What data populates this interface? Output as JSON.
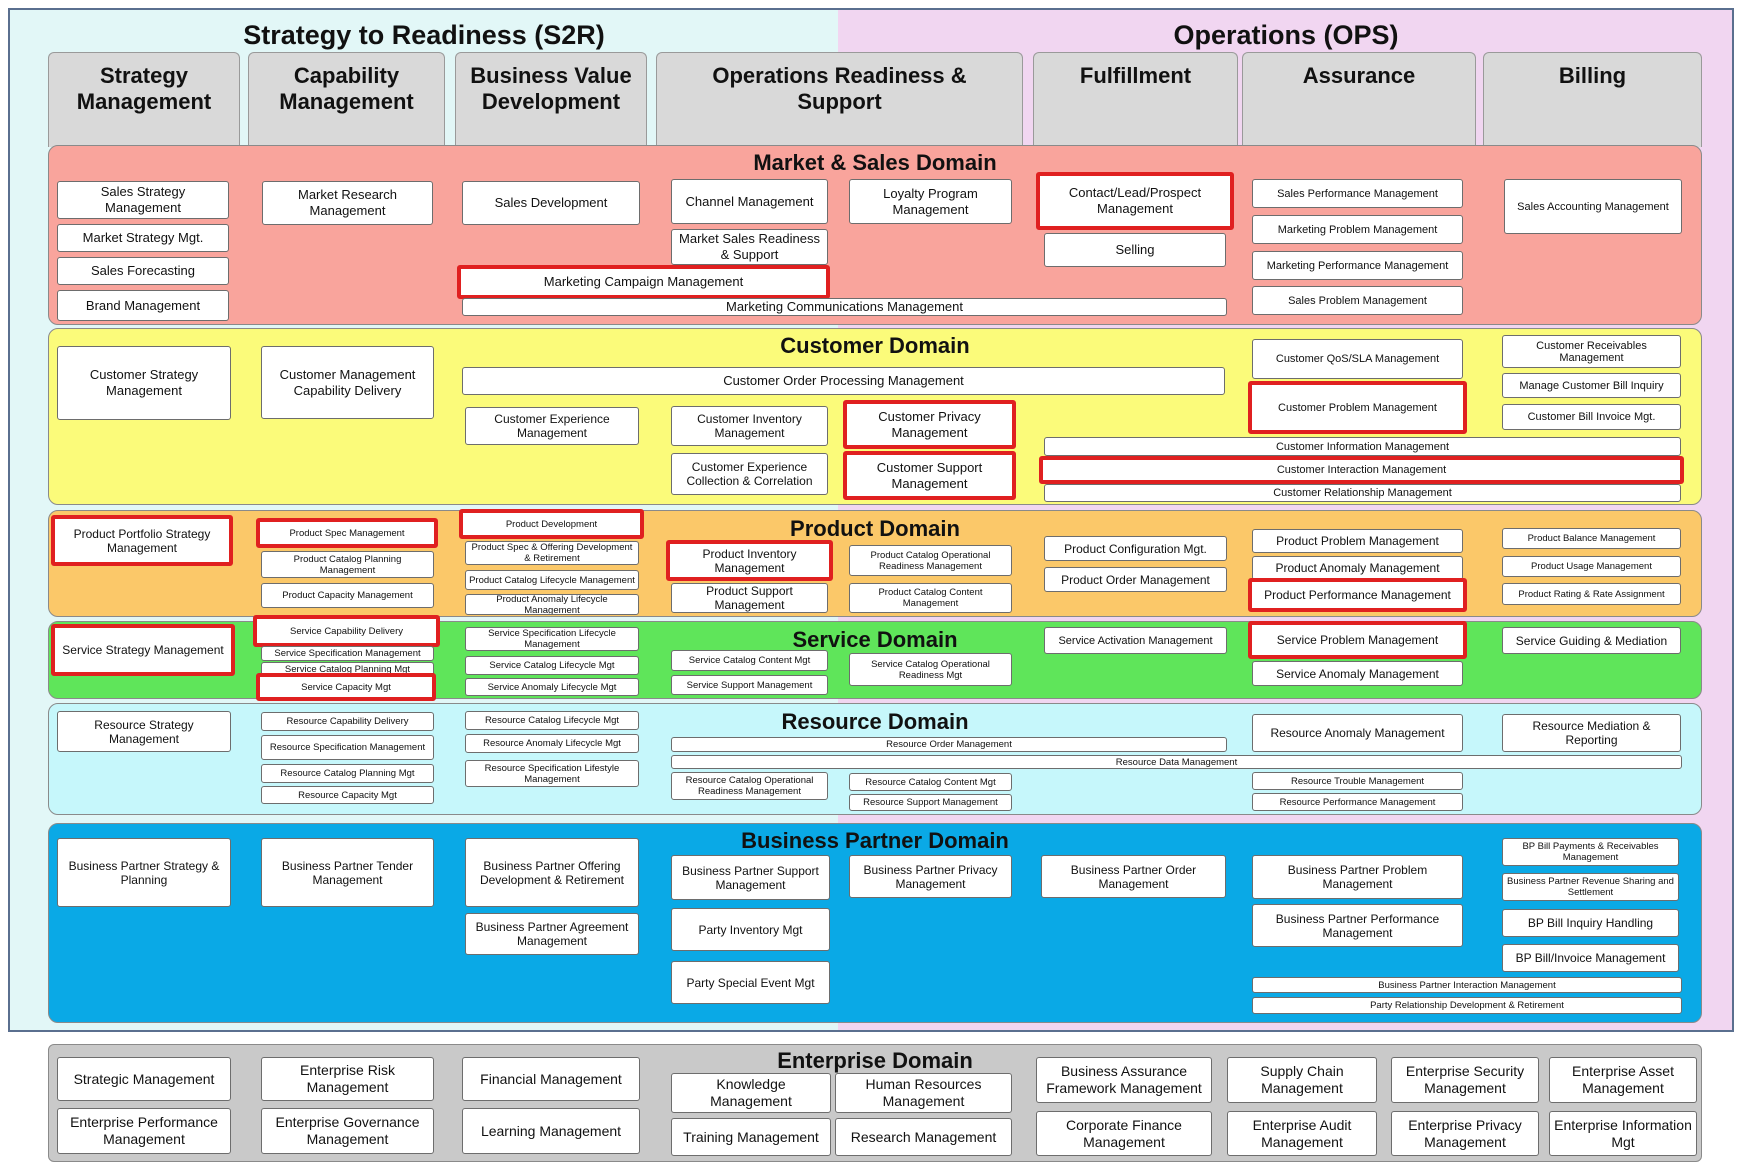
{
  "zones": {
    "s2r": "Strategy to Readiness (S2R)",
    "ops": "Operations (OPS)"
  },
  "columns": {
    "strategy": "Strategy Management",
    "capability": "Capability Management",
    "business_value": "Business Value Development",
    "ops_readiness": "Operations Readiness & Support",
    "fulfillment": "Fulfillment",
    "assurance": "Assurance",
    "billing": "Billing"
  },
  "domains": {
    "market": "Market & Sales Domain",
    "customer": "Customer Domain",
    "product": "Product Domain",
    "service": "Service Domain",
    "resource": "Resource Domain",
    "partner": "Business Partner Domain",
    "enterprise": "Enterprise Domain"
  },
  "colors": {
    "market": "#f9a49c",
    "customer": "#fbfb7a",
    "product": "#fbc869",
    "service": "#5fe55a",
    "resource": "#c6f7fb",
    "partner": "#0aa9e6",
    "enterprise": "#c9c9c9",
    "highlight": "#e02020"
  },
  "market": {
    "sales_strategy": "Sales Strategy Management",
    "market_strategy": "Market Strategy Mgt.",
    "sales_forecasting": "Sales Forecasting",
    "brand": "Brand Management",
    "market_research": "Market Research Management",
    "sales_development": "Sales Development",
    "channel": "Channel Management",
    "market_sales_readiness": "Market Sales Readiness & Support",
    "loyalty": "Loyalty Program Management",
    "campaign": "Marketing Campaign Management",
    "communications": "Marketing Communications Management",
    "contact_lead": "Contact/Lead/Prospect Management",
    "selling": "Selling",
    "sales_perf": "Sales Performance Management",
    "marketing_problem": "Marketing Problem Management",
    "marketing_perf": "Marketing Performance Management",
    "sales_problem": "Sales Problem Management",
    "sales_accounting": "Sales Accounting Management"
  },
  "customer": {
    "strategy": "Customer Strategy Management",
    "capability": "Customer Management Capability Delivery",
    "order_processing": "Customer Order Processing Management",
    "experience": "Customer Experience Management",
    "inventory": "Customer Inventory Management",
    "experience_collection": "Customer Experience Collection & Correlation",
    "privacy": "Customer Privacy Management",
    "support": "Customer Support Management",
    "qos": "Customer QoS/SLA Management",
    "problem": "Customer Problem Management",
    "information": "Customer Information Management",
    "interaction": "Customer Interaction Management",
    "relationship": "Customer Relationship Management",
    "receivables": "Customer Receivables Management",
    "bill_inquiry": "Manage Customer Bill Inquiry",
    "bill_invoice": "Customer Bill Invoice Mgt."
  },
  "product": {
    "portfolio": "Product Portfolio Strategy Management",
    "spec": "Product Spec Management",
    "catalog_planning": "Product Catalog Planning Management",
    "capacity": "Product Capacity Management",
    "development": "Product Development",
    "spec_offering": "Product Spec & Offering Development & Retirement",
    "catalog_lifecycle": "Product Catalog Lifecycle Management",
    "anomaly_lifecycle": "Product Anomaly Lifecycle Management",
    "inventory": "Product Inventory Management",
    "support": "Product Support Management",
    "catalog_ops": "Product Catalog Operational Readiness Management",
    "catalog_content": "Product Catalog Content Management",
    "configuration": "Product Configuration Mgt.",
    "order": "Product Order Management",
    "problem": "Product Problem Management",
    "anomaly": "Product Anomaly Management",
    "performance": "Product Performance Management",
    "balance": "Product Balance Management",
    "usage": "Product Usage Management",
    "rating": "Product Rating & Rate Assignment"
  },
  "service": {
    "strategy": "Service Strategy Management",
    "capability": "Service Capability Delivery",
    "spec": "Service Specification Management",
    "catalog_planning": "Service Catalog Planning Mgt",
    "capacity": "Service Capacity Mgt",
    "spec_lifecycle": "Service Specification Lifecycle Management",
    "catalog_lifecycle": "Service Catalog Lifecycle Mgt",
    "anomaly_lifecycle": "Service Anomaly Lifecycle Mgt",
    "catalog_content": "Service Catalog Content Mgt",
    "support": "Service Support Management",
    "catalog_ops": "Service Catalog Operational Readiness Mgt",
    "activation": "Service Activation Management",
    "problem": "Service Problem Management",
    "anomaly": "Service Anomaly Management",
    "guiding": "Service Guiding & Mediation"
  },
  "resource": {
    "strategy": "Resource Strategy Management",
    "capability": "Resource Capability Delivery",
    "spec": "Resource Specification Management",
    "catalog_planning": "Resource Catalog Planning Mgt",
    "capacity": "Resource Capacity Mgt",
    "catalog_lifecycle": "Resource Catalog Lifecycle Mgt",
    "anomaly_lifecycle": "Resource Anomaly Lifecycle Mgt",
    "spec_lifecycle": "Resource Specification Lifestyle Management",
    "order": "Resource Order Management",
    "data": "Resource Data Management",
    "catalog_ops": "Resource Catalog Operational Readiness Management",
    "catalog_content": "Resource Catalog Content Mgt",
    "support": "Resource Support Management",
    "anomaly": "Resource Anomaly Management",
    "trouble": "Resource Trouble Management",
    "performance": "Resource Performance Management",
    "mediation": "Resource Mediation & Reporting"
  },
  "partner": {
    "strategy": "Business Partner Strategy & Planning",
    "tender": "Business Partner Tender Management",
    "offering": "Business Partner Offering Development & Retirement",
    "agreement": "Business Partner Agreement Management",
    "support": "Business Partner Support Management",
    "inventory": "Party Inventory Mgt",
    "special_event": "Party Special Event Mgt",
    "privacy": "Business Partner Privacy Management",
    "order": "Business Partner Order Management",
    "problem": "Business Partner Problem Management",
    "performance": "Business Partner Performance Management",
    "interaction": "Business Partner Interaction Management",
    "relationship": "Party Relationship Development & Retirement",
    "bill_payments": "BP Bill Payments & Receivables Management",
    "revenue_sharing": "Business Partner Revenue Sharing and Settlement",
    "bill_inquiry": "BP Bill Inquiry Handling",
    "bill_invoice": "BP Bill/Invoice Management"
  },
  "enterprise": {
    "strategic": "Strategic Management",
    "performance": "Enterprise Performance Management",
    "risk": "Enterprise Risk Management",
    "governance": "Enterprise Governance Management",
    "financial": "Financial Management",
    "learning": "Learning Management",
    "knowledge": "Knowledge Management",
    "training": "Training Management",
    "hr": "Human Resources Management",
    "research": "Research Management",
    "assurance_fw": "Business Assurance Framework Management",
    "corporate_finance": "Corporate Finance Management",
    "supply_chain": "Supply Chain Management",
    "audit": "Enterprise Audit Management",
    "security": "Enterprise Security Management",
    "privacy": "Enterprise Privacy Management",
    "asset": "Enterprise Asset Management",
    "information": "Enterprise Information Mgt"
  }
}
